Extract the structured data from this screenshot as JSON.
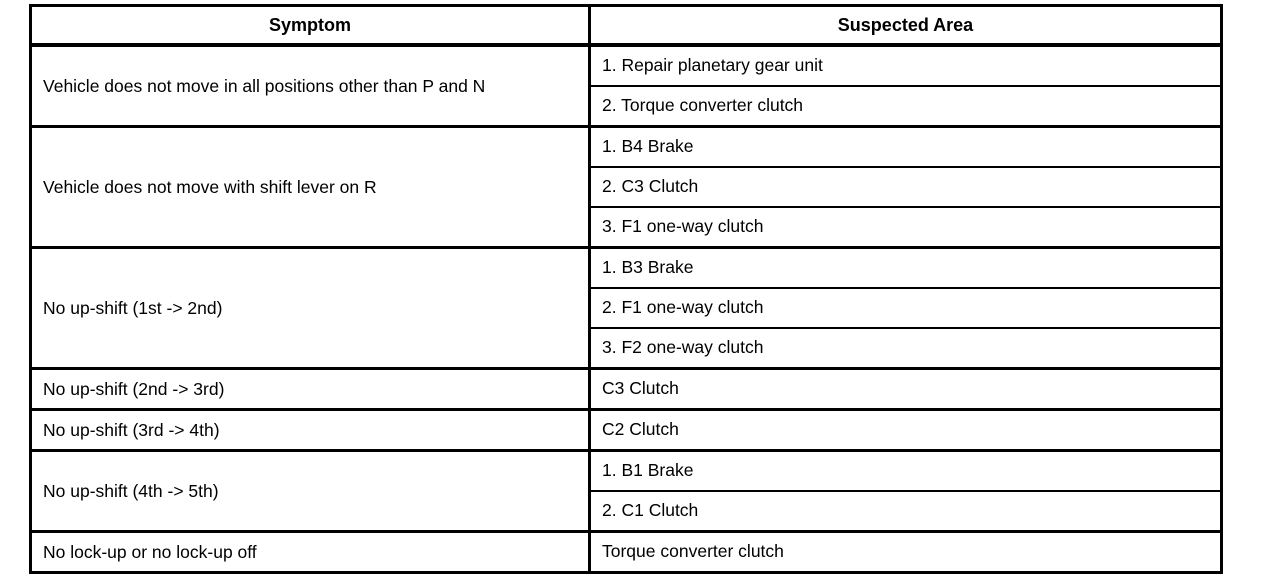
{
  "table": {
    "headers": {
      "symptom": "Symptom",
      "suspected_area": "Suspected Area"
    },
    "groups": [
      {
        "symptom": "Vehicle does not move in all positions other than P and N",
        "areas": [
          "1. Repair planetary gear unit",
          "2. Torque converter clutch"
        ]
      },
      {
        "symptom": "Vehicle does not move with shift lever on R",
        "areas": [
          "1. B4 Brake",
          "2. C3 Clutch",
          "3. F1 one-way clutch"
        ]
      },
      {
        "symptom": "No up-shift (1st -> 2nd)",
        "areas": [
          "1. B3 Brake",
          "2. F1 one-way clutch",
          "3. F2 one-way clutch"
        ]
      },
      {
        "symptom": "No up-shift (2nd -> 3rd)",
        "areas": [
          "C3 Clutch"
        ]
      },
      {
        "symptom": "No up-shift (3rd -> 4th)",
        "areas": [
          "C2 Clutch"
        ]
      },
      {
        "symptom": "No up-shift (4th -> 5th)",
        "areas": [
          "1. B1 Brake",
          "2. C1 Clutch"
        ]
      },
      {
        "symptom": "No lock-up or no lock-up off",
        "areas": [
          "Torque converter clutch"
        ]
      }
    ]
  },
  "colors": {
    "border": "#000000",
    "text": "#000000",
    "background": "#ffffff"
  }
}
